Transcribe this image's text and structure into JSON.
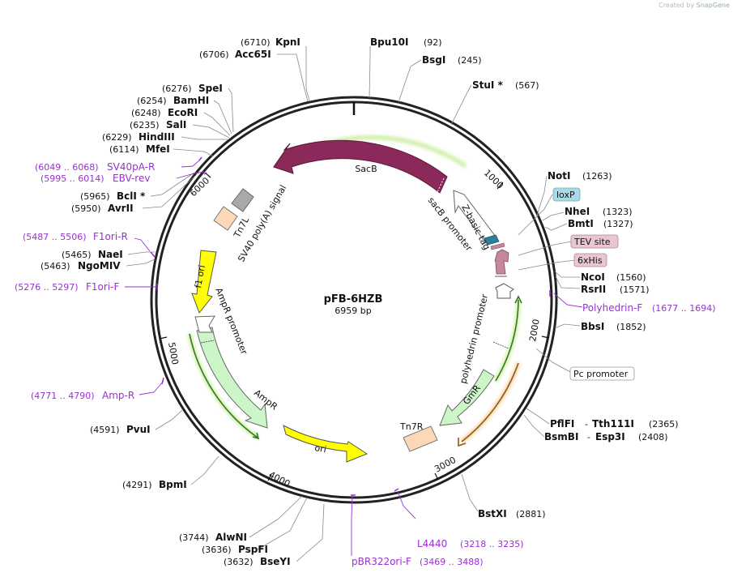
{
  "watermark": {
    "prefix": "Created by",
    "brand": "SnapGene"
  },
  "map": {
    "name": "pFB-6HZB",
    "length_label": "6959 bp",
    "length": 6959,
    "ring_color": "#222222"
  },
  "tick_labels": [
    "1000",
    "2000",
    "3000",
    "4000",
    "5000",
    "6000"
  ],
  "features": [
    {
      "id": "sacb",
      "name": "SacB",
      "color": "#8b2a5a"
    },
    {
      "id": "sacb-promoter",
      "name": "sacB promoter",
      "color": "#ffffff"
    },
    {
      "id": "z-basic",
      "name": "Z-basic tag",
      "color": "#2c7e9a"
    },
    {
      "id": "tev-arrow",
      "name": "",
      "color": "#c4889e"
    },
    {
      "id": "polyhedrin-promoter",
      "name": "polyhedrin promoter",
      "color": "#ffffff"
    },
    {
      "id": "gmr",
      "name": "GmR",
      "color": "#ccf5c8"
    },
    {
      "id": "tn7r",
      "name": "Tn7R",
      "color": "#fbd9b6"
    },
    {
      "id": "ori",
      "name": "ori",
      "color": "#ffff00"
    },
    {
      "id": "ampr",
      "name": "AmpR",
      "color": "#ccf5c8"
    },
    {
      "id": "ampr-promoter",
      "name": "AmpR promoter",
      "color": "#ffffff"
    },
    {
      "id": "f1-ori",
      "name": "f1 ori",
      "color": "#ffff00"
    },
    {
      "id": "sv40",
      "name": "SV40 poly(A) signal",
      "color": "#a9a9a9"
    },
    {
      "id": "tn7l",
      "name": "Tn7L",
      "color": "#fbd9b6"
    }
  ],
  "boxed_labels": [
    {
      "id": "loxp",
      "text": "loxP",
      "fill": "#a9d8e6"
    },
    {
      "id": "tev",
      "text": "TEV site",
      "fill": "#e9c6d2"
    },
    {
      "id": "his",
      "text": "6xHis",
      "fill": "#e9c6d2"
    },
    {
      "id": "pc",
      "text": "Pc promoter",
      "fill": "#ffffff"
    }
  ],
  "enzymes": [
    {
      "id": "kpni",
      "name": "KpnI",
      "pos": "(6710)"
    },
    {
      "id": "acc65i",
      "name": "Acc65I",
      "pos": "(6706)"
    },
    {
      "id": "bpu10i",
      "name": "Bpu10I",
      "pos": "(92)"
    },
    {
      "id": "bsgi",
      "name": "BsgI",
      "pos": "(245)"
    },
    {
      "id": "stui",
      "name": "StuI *",
      "pos": "(567)"
    },
    {
      "id": "spei",
      "name": "SpeI",
      "pos": "(6276)"
    },
    {
      "id": "bamhi",
      "name": "BamHI",
      "pos": "(6254)"
    },
    {
      "id": "ecori",
      "name": "EcoRI",
      "pos": "(6248)"
    },
    {
      "id": "sali",
      "name": "SalI",
      "pos": "(6235)"
    },
    {
      "id": "hindiii",
      "name": "HindIII",
      "pos": "(6229)"
    },
    {
      "id": "mfei",
      "name": "MfeI",
      "pos": "(6114)"
    },
    {
      "id": "bcli",
      "name": "BclI *",
      "pos": "(5965)"
    },
    {
      "id": "avrii",
      "name": "AvrII",
      "pos": "(5950)"
    },
    {
      "id": "naei",
      "name": "NaeI",
      "pos": "(5465)"
    },
    {
      "id": "ngomiv",
      "name": "NgoMIV",
      "pos": "(5463)"
    },
    {
      "id": "pvui",
      "name": "PvuI",
      "pos": "(4591)"
    },
    {
      "id": "bpmi",
      "name": "BpmI",
      "pos": "(4291)"
    },
    {
      "id": "alwni",
      "name": "AlwNI",
      "pos": "(3744)"
    },
    {
      "id": "pspfi",
      "name": "PspFI",
      "pos": "(3636)"
    },
    {
      "id": "bseyi",
      "name": "BseYI",
      "pos": "(3632)"
    },
    {
      "id": "noti",
      "name": "NotI",
      "pos": "(1263)"
    },
    {
      "id": "nhei",
      "name": "NheI",
      "pos": "(1323)"
    },
    {
      "id": "bmti",
      "name": "BmtI",
      "pos": "(1327)"
    },
    {
      "id": "ncoi",
      "name": "NcoI",
      "pos": "(1560)"
    },
    {
      "id": "rsrii",
      "name": "RsrII",
      "pos": "(1571)"
    },
    {
      "id": "bbsi",
      "name": "BbsI",
      "pos": "(1852)"
    },
    {
      "id": "bstxi",
      "name": "BstXI",
      "pos": "(2881)"
    }
  ],
  "enzyme_pairs": [
    {
      "id": "pflfi",
      "name1": "PflFI",
      "sep": "-",
      "name2": "Tth111I",
      "pos": "(2365)"
    },
    {
      "id": "bsmbi",
      "name1": "BsmBI",
      "sep": "-",
      "name2": "Esp3I",
      "pos": "(2408)"
    }
  ],
  "primers": [
    {
      "id": "sv40pa-r",
      "name": "SV40pA-R",
      "pos": "(6049 .. 6068)"
    },
    {
      "id": "ebv-rev",
      "name": "EBV-rev",
      "pos": "(5995 .. 6014)"
    },
    {
      "id": "f1ori-r",
      "name": "F1ori-R",
      "pos": "(5487 .. 5506)"
    },
    {
      "id": "f1ori-f",
      "name": "F1ori-F",
      "pos": "(5276 .. 5297)"
    },
    {
      "id": "amp-r",
      "name": "Amp-R",
      "pos": "(4771 .. 4790)"
    },
    {
      "id": "polyhedrin-f",
      "name": "Polyhedrin-F",
      "pos": "(1677 .. 1694)"
    },
    {
      "id": "l4440",
      "name": "L4440",
      "pos": "(3218 .. 3235)"
    },
    {
      "id": "pbr322ori-f",
      "name": "pBR322ori-F",
      "pos": "(3469 .. 3488)"
    }
  ]
}
